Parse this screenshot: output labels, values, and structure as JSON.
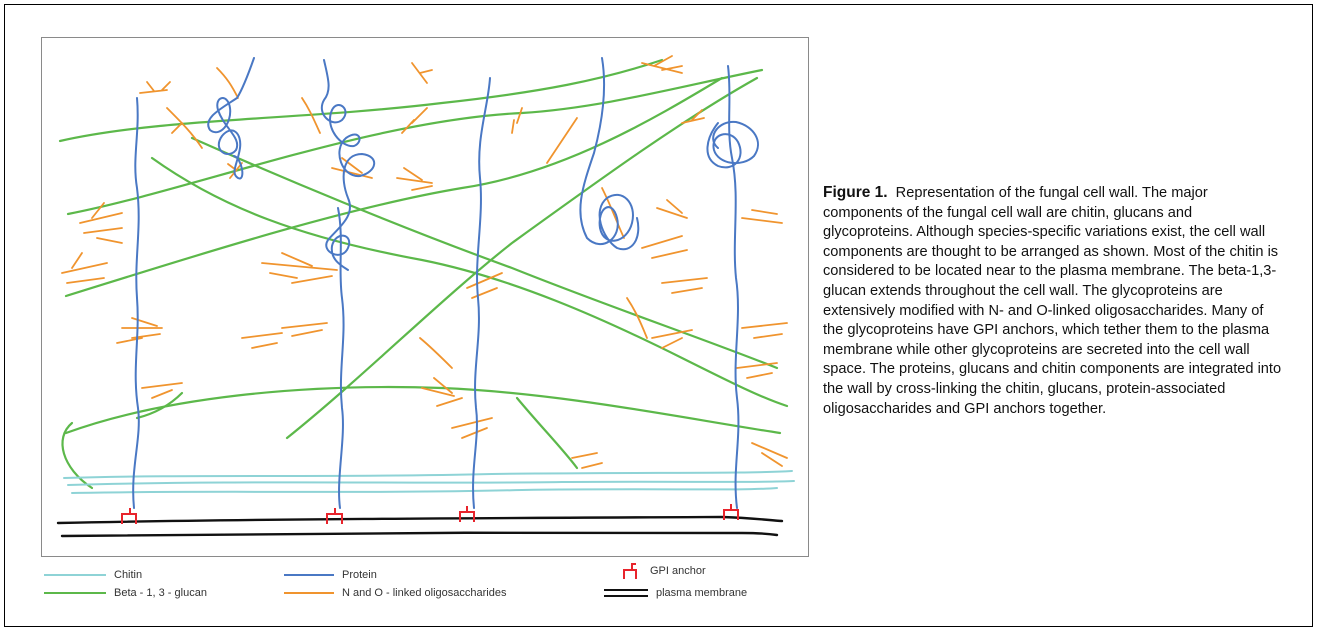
{
  "legend": {
    "chitin": "Chitin",
    "protein": "Protein",
    "gpi_anchor": "GPI anchor",
    "beta_glucan": "Beta - 1, 3 - glucan",
    "oligosaccharides": "N and O - linked oligosaccharides",
    "plasma_membrane": "plasma membrane"
  },
  "caption": {
    "figure_label": "Figure 1.",
    "text": "Representation of the fungal cell wall. The major components of the fungal cell wall are chitin, glucans and glycoproteins. Although species-specific variations exist, the cell wall components are thought to be arranged as shown. Most of the chitin is considered to be located near to the plasma membrane. The beta-1,3-glucan extends throughout the cell wall. The glycoproteins are extensively modified with N- and O-linked oligosaccharides. Many of the glycoproteins have GPI anchors, which tether them to the plasma membrane while other glycoproteins are secreted into the cell wall space. The proteins, glucans and chitin components are integrated into the wall by cross-linking the chitin, glucans, protein-associated oligosaccharides and GPI anchors together."
  },
  "colors": {
    "chitin": "#8ed3d6",
    "protein": "#4a78c4",
    "beta_glucan": "#5cb84a",
    "oligosaccharides": "#f0942e",
    "gpi_anchor": "#e8242c",
    "plasma_membrane": "#111111"
  }
}
